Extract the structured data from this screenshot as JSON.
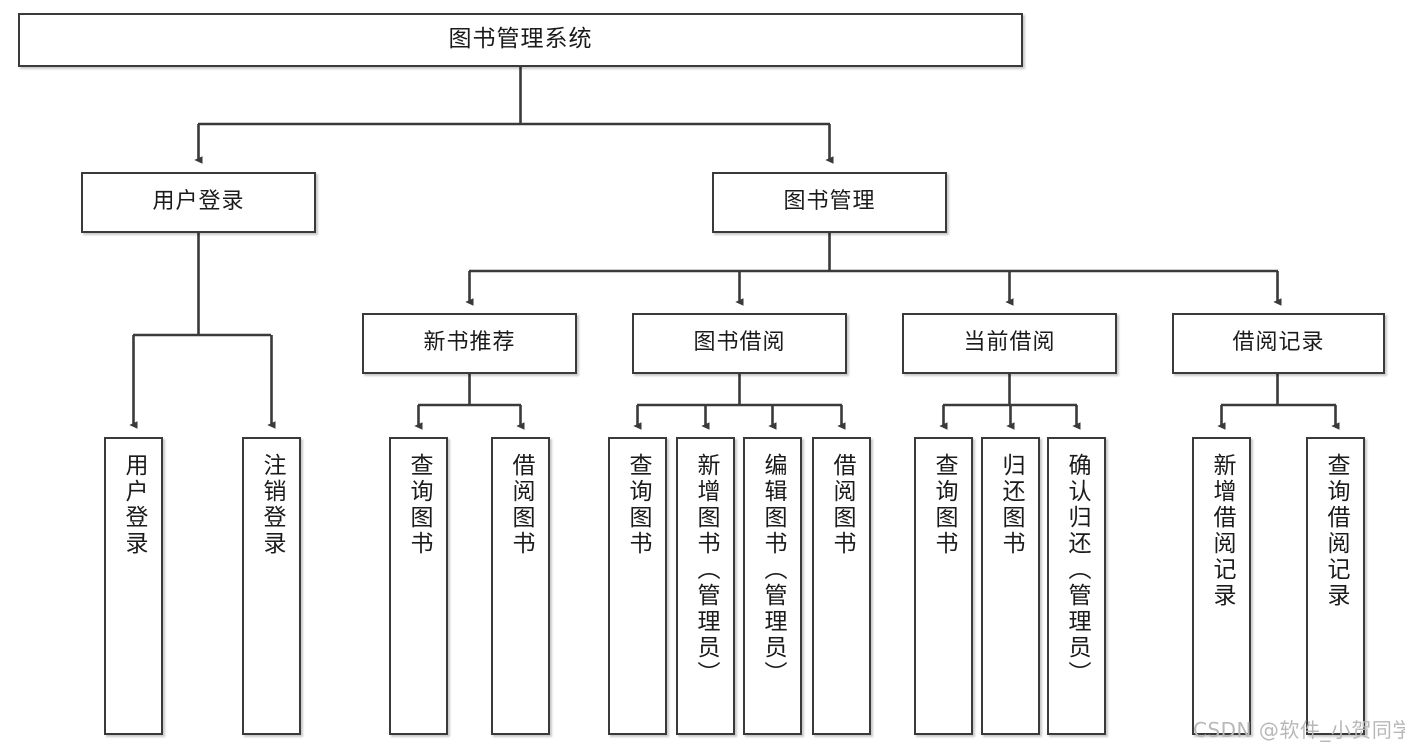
{
  "diagram": {
    "title": "图书管理系统",
    "type": "tree",
    "watermark": "CSDN @软件_小贺同学",
    "colors": {
      "box_stroke": "#3a3a3a",
      "box_fill": "#ffffff",
      "connector": "#3a3a3a",
      "text": "#1b1b1b",
      "watermark": "#b8b8b8"
    },
    "levels": {
      "root": {
        "label": "图书管理系统"
      },
      "level2": [
        {
          "id": "user-login",
          "label": "用户登录"
        },
        {
          "id": "book-management",
          "label": "图书管理"
        }
      ],
      "level3": [
        {
          "id": "new-book-recommend",
          "label": "新书推荐",
          "parent": "book-management"
        },
        {
          "id": "book-borrow",
          "label": "图书借阅",
          "parent": "book-management"
        },
        {
          "id": "current-borrow",
          "label": "当前借阅",
          "parent": "book-management"
        },
        {
          "id": "borrow-record",
          "label": "借阅记录",
          "parent": "book-management"
        }
      ],
      "leaves": [
        {
          "id": "leaf-user-login",
          "label": "用户登录",
          "parent": "user-login"
        },
        {
          "id": "leaf-logout-login",
          "label": "注销登录",
          "parent": "user-login"
        },
        {
          "id": "leaf-query-book-1",
          "label": "查询图书",
          "parent": "new-book-recommend"
        },
        {
          "id": "leaf-borrow-book-1",
          "label": "借阅图书",
          "parent": "new-book-recommend"
        },
        {
          "id": "leaf-query-book-2",
          "label": "查询图书",
          "parent": "book-borrow"
        },
        {
          "id": "leaf-add-book",
          "label": "新增图书（管理员）",
          "parent": "book-borrow"
        },
        {
          "id": "leaf-edit-book",
          "label": "编辑图书（管理员）",
          "parent": "book-borrow"
        },
        {
          "id": "leaf-borrow-book-2",
          "label": "借阅图书",
          "parent": "book-borrow"
        },
        {
          "id": "leaf-query-book-3",
          "label": "查询图书",
          "parent": "current-borrow"
        },
        {
          "id": "leaf-return-book",
          "label": "归还图书",
          "parent": "current-borrow"
        },
        {
          "id": "leaf-confirm-return",
          "label": "确认归还（管理员）",
          "parent": "current-borrow"
        },
        {
          "id": "leaf-add-record",
          "label": "新增借阅记录",
          "parent": "borrow-record"
        },
        {
          "id": "leaf-query-record",
          "label": "查询借阅记录",
          "parent": "borrow-record"
        }
      ]
    }
  }
}
